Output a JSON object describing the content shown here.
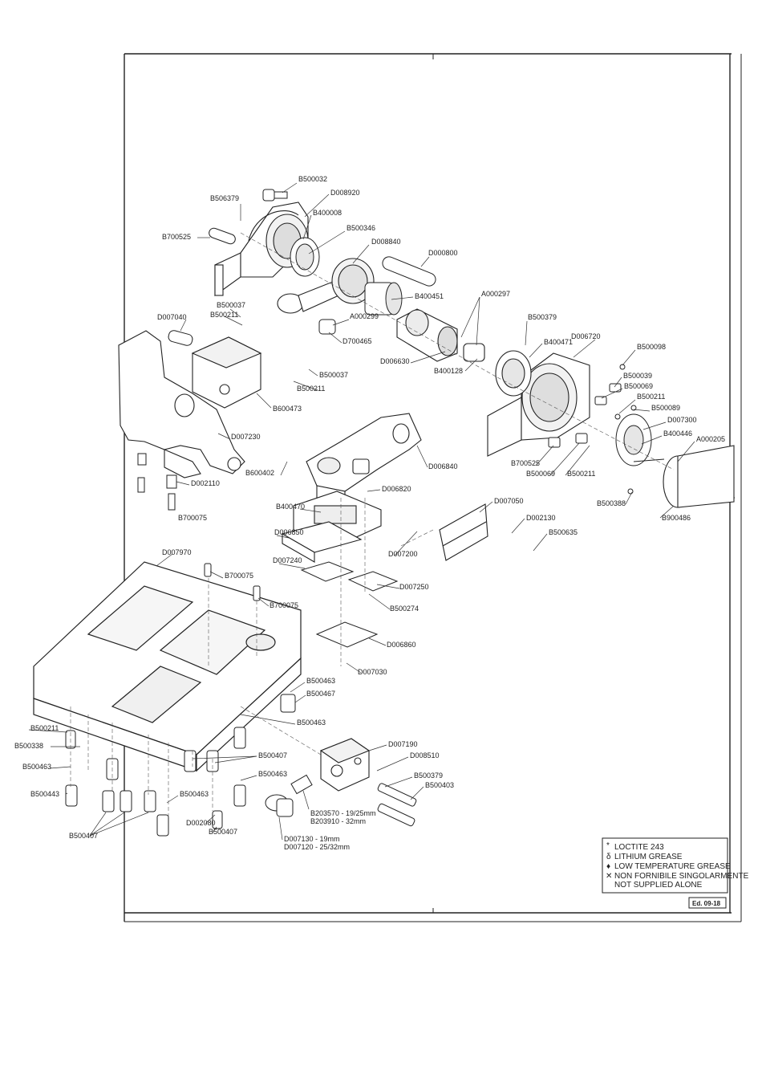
{
  "parts": {
    "p01": "B500032",
    "p02": "D008920",
    "p03": "B506379",
    "p04": "B400008",
    "p05": "B500346",
    "p06": "B700525",
    "p07": "D008840",
    "p08": "D000800",
    "p09": "B400451",
    "p10": "A000297",
    "p11": "D007040",
    "p12": "B500037",
    "p13": "B500211",
    "p14": "A000299",
    "p15": "D700465",
    "p16": "B500379",
    "p17": "B400471",
    "p18": "D006720",
    "p19": "D006630",
    "p20": "B400128",
    "p21": "B500037",
    "p22": "B500211",
    "p23": "B600473",
    "p24": "B500098",
    "p25": "B500039",
    "p26": "B500069",
    "p27": "B500211",
    "p28": "B500089",
    "p29": "D007300",
    "p30": "B400446",
    "p31": "A000205",
    "p32": "D007230",
    "p33": "D006840",
    "p34": "B700525",
    "p35": "B500069",
    "p36": "B600402",
    "p37": "B500211",
    "p38": "D002110",
    "p39": "D006820",
    "p40": "B500388",
    "p41": "B900486",
    "p42": "B400470",
    "p43": "D007050",
    "p44": "B700075",
    "p45": "D006850",
    "p46": "D002130",
    "p47": "B500635",
    "p48": "D007970",
    "p49": "D007240",
    "p50": "D007200",
    "p51": "B700075",
    "p52": "D007250",
    "p53": "B700075",
    "p54": "B500274",
    "p55": "D006860",
    "p56": "D007030",
    "p57": "B500463",
    "p58": "B500467",
    "p59": "B500211",
    "p60": "B500463",
    "p61": "B500338",
    "p62": "D007190",
    "p63": "D008510",
    "p64": "B500407",
    "p65": "B500463",
    "p66": "B500379",
    "p67": "B500463",
    "p68": "B500403",
    "p69": "B500443",
    "p70": "B500463",
    "p71": "D002080",
    "p72": "B500407",
    "p73": "B500407",
    "p74": "B203570 - 19/25mm",
    "p75": "B203910 - 32mm",
    "p76": "D007130 - 19mm",
    "p77": "D007120 - 25/32mm"
  },
  "legend": {
    "l1": "LOCTITE 243",
    "l2": "LITHIUM GREASE",
    "l3": "LOW TEMPERATURE GREASE",
    "l4": "NON FORNIBILE SINGOLARMENTE",
    "l5": "NOT SUPPLIED ALONE"
  },
  "edition": "Ed. 09-18"
}
